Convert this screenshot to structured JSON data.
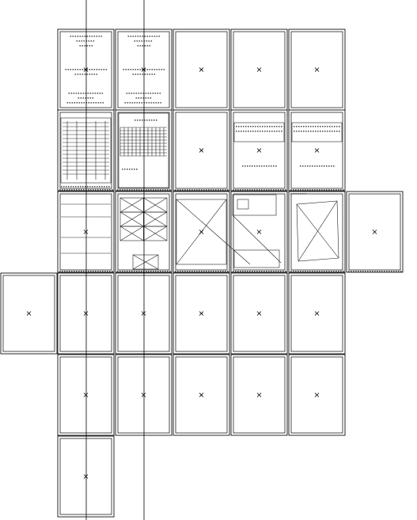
{
  "drawing": {
    "background": "#ffffff",
    "line_color": "#111111",
    "sheet_rows": [
      {
        "row": 1,
        "sheets": [
          "drawing-text",
          "drawing-text",
          "blank",
          "blank",
          "blank"
        ]
      },
      {
        "row": 2,
        "sheets": [
          "panel-schedule",
          "grid-table",
          "blank",
          "notes",
          "notes"
        ]
      },
      {
        "row": 3,
        "sheets": [
          "horizontal-lines",
          "cross-bracing",
          "diagonal-frame",
          "hatched-detail",
          "skew-frame",
          "blank"
        ]
      },
      {
        "row": 4,
        "sheets": [
          "blank",
          "blank",
          "blank",
          "blank",
          "blank",
          "blank"
        ]
      },
      {
        "row": 5,
        "sheets": [
          "blank",
          "blank",
          "blank",
          "blank",
          "blank"
        ]
      },
      {
        "row": 6,
        "sheets": [
          "blank"
        ]
      }
    ],
    "sheet_count": 28,
    "vertical_guides": 2
  }
}
